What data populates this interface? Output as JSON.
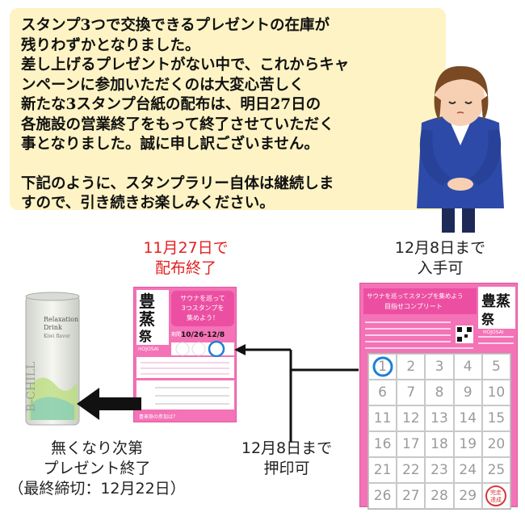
{
  "notice": {
    "lines": [
      "スタンプ3つで交換できるプレゼントの在庫が",
      "残りわずかとなりました。",
      "差し上げるプレゼントがない中で、これからキャ",
      "ンペーンに参加いただくのは大変心苦しく",
      "新たな3スタンプ台紙の配布は、明日27日の",
      "各施設の営業終了をもって終了させていただく",
      "事となりました。誠に申し訳ございません。",
      "下記のように、スタンプラリー自体は継続しま",
      "すので、引き続きお楽しみください。"
    ]
  },
  "labels": {
    "distribution_end_1": "11月27日で",
    "distribution_end_2": "配布終了",
    "obtain_until_1": "12月8日まで",
    "obtain_until_2": "入手可",
    "stamp_until_1": "12月8日まで",
    "stamp_until_2": "押印可",
    "present_end_1": "無くなり次第",
    "present_end_2": "プレゼント終了",
    "present_end_3": "（最終締切：12月22日）"
  },
  "product": {
    "brand": "B-CHILL",
    "line1": "Relaxation",
    "line2": "Drink",
    "flavor": "Kiwi flavor"
  },
  "left_card": {
    "banner": "サウナを巡って\n3つスタンプを\n集めよう！",
    "logo_1": "豊",
    "logo_2": "蒸",
    "logo_3": "祭",
    "logo_sub": "HOJOSAI",
    "period_label": "期間",
    "period": "10/26-12/8",
    "footer": "豊蒸祭の参加は？"
  },
  "right_card": {
    "header": "サウナを巡ってスタンプを集めよう",
    "subheader": "目指せコンプリート",
    "logo_1": "豊",
    "logo_2": "蒸",
    "logo_3": "祭",
    "logo_sub": "HOJOSAI",
    "grid_numbers": [
      2,
      3,
      4,
      5,
      6,
      7,
      8,
      9,
      10,
      11,
      12,
      13,
      14,
      15,
      16,
      17,
      18,
      19,
      20,
      21,
      22,
      23,
      24,
      25,
      26,
      27,
      28,
      29
    ],
    "first_cell": "1",
    "seal": "完走達成"
  },
  "colors": {
    "notice_bg": "#fdf3c4",
    "card_pink": "#f472b6",
    "accent_red": "#e22020",
    "circle_blue": "#1e7fd6"
  }
}
